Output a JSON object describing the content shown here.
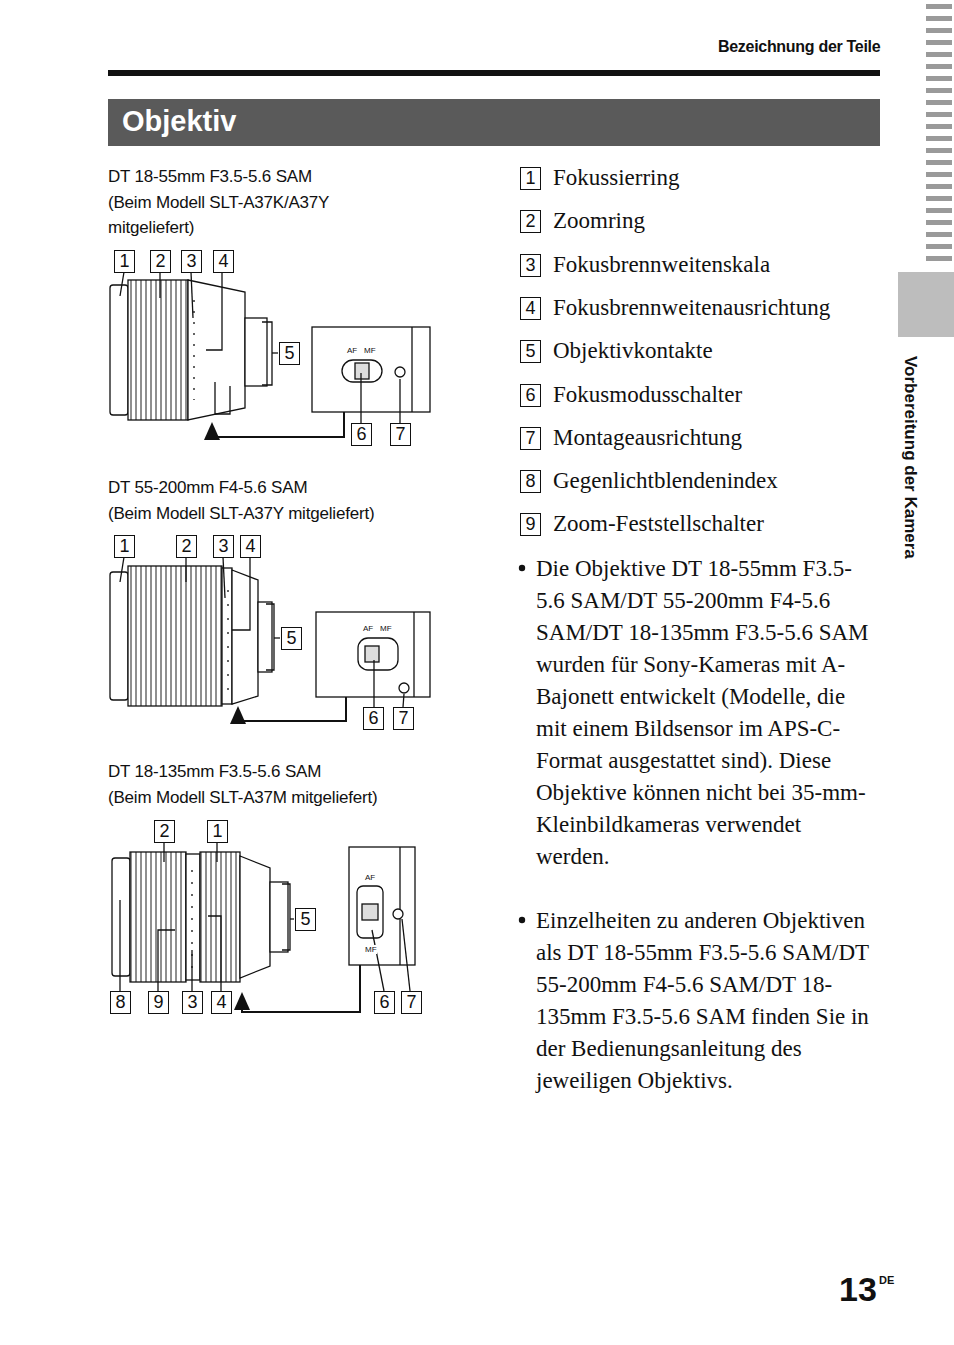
{
  "diagram": {
    "title": "Objektiv",
    "labels": [
      "Bezeichnung der Teile",
      "DT 18-55mm F3.5-5.6 SAM",
      "(Beim Modell SLT-A37K/A37Y mitgeliefert)",
      "1",
      "2",
      "3",
      "4",
      "5",
      "AF",
      "MF",
      "6",
      "7",
      "DT 55-200mm F4-5.6 SAM",
      "(Beim Modell SLT-A37Y mitgeliefert)",
      "1",
      "2",
      "3",
      "4",
      "5",
      "AF",
      "MF",
      "6",
      "7",
      "DT 18-135mm F3.5-5.6 SAM",
      "(Beim Modell SLT-A37M mitgeliefert)",
      "2",
      "1",
      "5",
      "AF",
      "MF",
      "8",
      "9",
      "3",
      "4",
      "6",
      "7",
      "1",
      "Fokussierring",
      "2",
      "Zoomring",
      "3",
      "Fokusbrennweitenskala",
      "4",
      "Fokusbrennweitenausrichtung",
      "5",
      "Objektivkontakte",
      "6",
      "Fokusmodusschalter",
      "7",
      "Montageausrichtung",
      "8",
      "Gegenlichtblendenindex",
      "9",
      "Zoom-Feststellschalter",
      "Die Objektive DT 18-55mm F3.5-5.6 SAM/DT 55-200mm F4-5.6 SAM/DT 18-135mm F3.5-5.6 SAM wurden für Sony-Kameras mit A-Bajonett entwickelt (Modelle, die mit einem Bildsensor im APS-C-Format ausgestattet sind). Diese Objektive können nicht bei 35-mm-Kleinbildkameras verwendet werden.",
      "Einzelheiten zu anderen Objektiven als DT 18-55mm F3.5-5.6 SAM/DT 55-200mm F4-5.6 SAM/DT 18-135mm F3.5-5.6 SAM finden Sie in der Bedienungsanleitung des jeweiligen Objektivs.",
      "Vorbereitung der Kamera",
      "13",
      "DE"
    ]
  }
}
